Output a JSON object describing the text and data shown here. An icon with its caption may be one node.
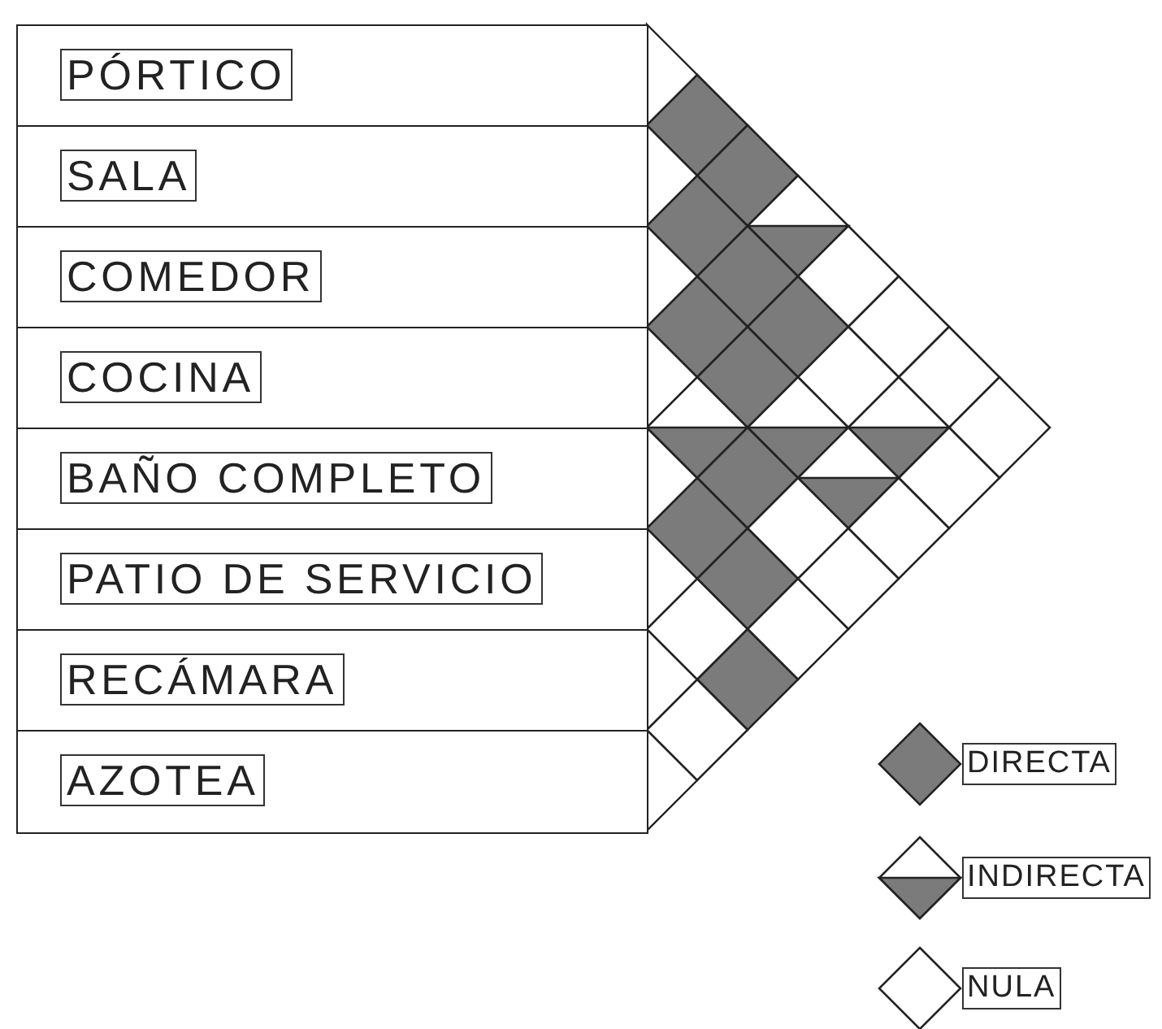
{
  "diagram": {
    "nodes": [
      {
        "text": [
          "PÓRTICO"
        ]
      },
      {
        "text": [
          "SALA"
        ]
      },
      {
        "text": [
          "COMEDOR"
        ]
      },
      {
        "text": [
          "COCINA"
        ]
      },
      {
        "text": [
          "BAÑO COMPLETO"
        ]
      },
      {
        "text": [
          "PATIO DE SERVICIO"
        ]
      },
      {
        "text": [
          "RECÁMARA"
        ]
      },
      {
        "text": [
          "AZOTEA"
        ]
      }
    ],
    "legend": [
      {
        "text": "DIRECTA"
      },
      {
        "text": "INDIRECTA"
      },
      {
        "text": "NULA"
      }
    ]
  }
}
